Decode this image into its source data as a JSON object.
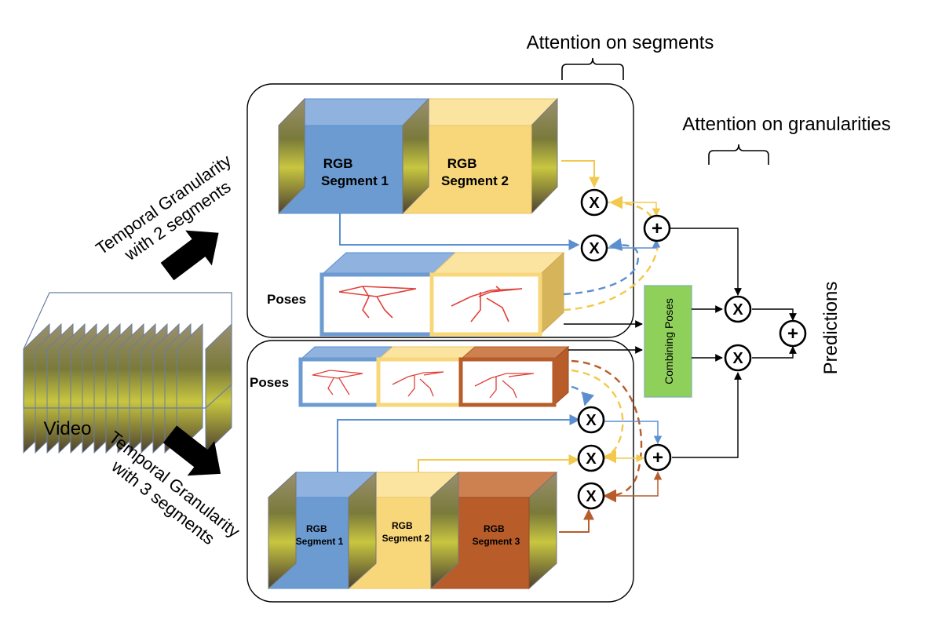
{
  "labels": {
    "attention_segments": "Attention on segments",
    "attention_granularities": "Attention on granularities",
    "temporal_2_line1": "Temporal Granularity",
    "temporal_2_line2": "with 2 segments",
    "temporal_3_line1": "Temporal Granularity",
    "temporal_3_line2": "with 3 segments",
    "video": "Video",
    "poses_top": "Poses",
    "poses_bottom": "Poses",
    "combining_poses": "Combining Poses",
    "predictions": "Predictions",
    "rgb_2_seg1_line1": "RGB",
    "rgb_2_seg1_line2": "Segment 1",
    "rgb_2_seg2_line1": "RGB",
    "rgb_2_seg2_line2": "Segment 2",
    "rgb_3_seg1_line1": "RGB",
    "rgb_3_seg1_line2": "Segment 1",
    "rgb_3_seg2_line1": "RGB",
    "rgb_3_seg2_line2": "Segment 2",
    "rgb_3_seg3_line1": "RGB",
    "rgb_3_seg3_line2": "Segment 3"
  },
  "symbols": {
    "multiply": "X",
    "add": "+"
  },
  "colors": {
    "blue": "#6b9bd1",
    "blue_light": "#8fb2de",
    "yellow": "#f8d77a",
    "yellow_light": "#fbe3a0",
    "orange": "#b85c2a",
    "orange_light": "#cd8150",
    "green": "#8ed05a",
    "skeleton": "#e0403a"
  }
}
